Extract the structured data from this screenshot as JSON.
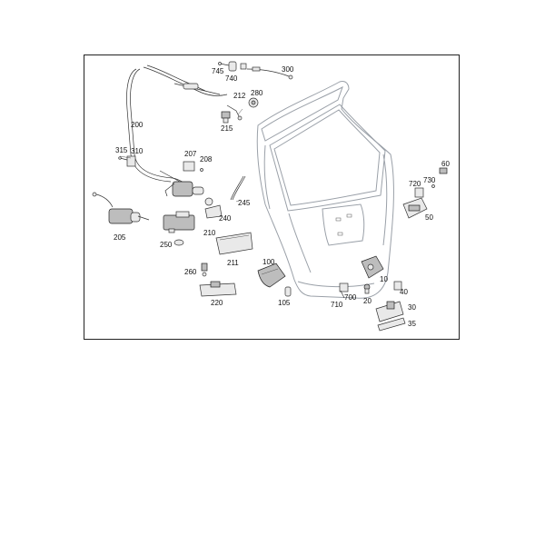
{
  "diagram": {
    "labels": [
      {
        "id": "745",
        "text": "745"
      },
      {
        "id": "740",
        "text": "740"
      },
      {
        "id": "300",
        "text": "300"
      },
      {
        "id": "212",
        "text": "212"
      },
      {
        "id": "280",
        "text": "280"
      },
      {
        "id": "215",
        "text": "215"
      },
      {
        "id": "200",
        "text": "200"
      },
      {
        "id": "315",
        "text": "315"
      },
      {
        "id": "310",
        "text": "310"
      },
      {
        "id": "207",
        "text": "207"
      },
      {
        "id": "208",
        "text": "208"
      },
      {
        "id": "245",
        "text": "245"
      },
      {
        "id": "240",
        "text": "240"
      },
      {
        "id": "205",
        "text": "205"
      },
      {
        "id": "210",
        "text": "210"
      },
      {
        "id": "250",
        "text": "250"
      },
      {
        "id": "211",
        "text": "211"
      },
      {
        "id": "260",
        "text": "260"
      },
      {
        "id": "220",
        "text": "220"
      },
      {
        "id": "100",
        "text": "100"
      },
      {
        "id": "105",
        "text": "105"
      },
      {
        "id": "60",
        "text": "60"
      },
      {
        "id": "720",
        "text": "720"
      },
      {
        "id": "730",
        "text": "730"
      },
      {
        "id": "50",
        "text": "50"
      },
      {
        "id": "10",
        "text": "10"
      },
      {
        "id": "40",
        "text": "40"
      },
      {
        "id": "700",
        "text": "700"
      },
      {
        "id": "710",
        "text": "710"
      },
      {
        "id": "20",
        "text": "20"
      },
      {
        "id": "30",
        "text": "30"
      },
      {
        "id": "35",
        "text": "35"
      }
    ]
  }
}
